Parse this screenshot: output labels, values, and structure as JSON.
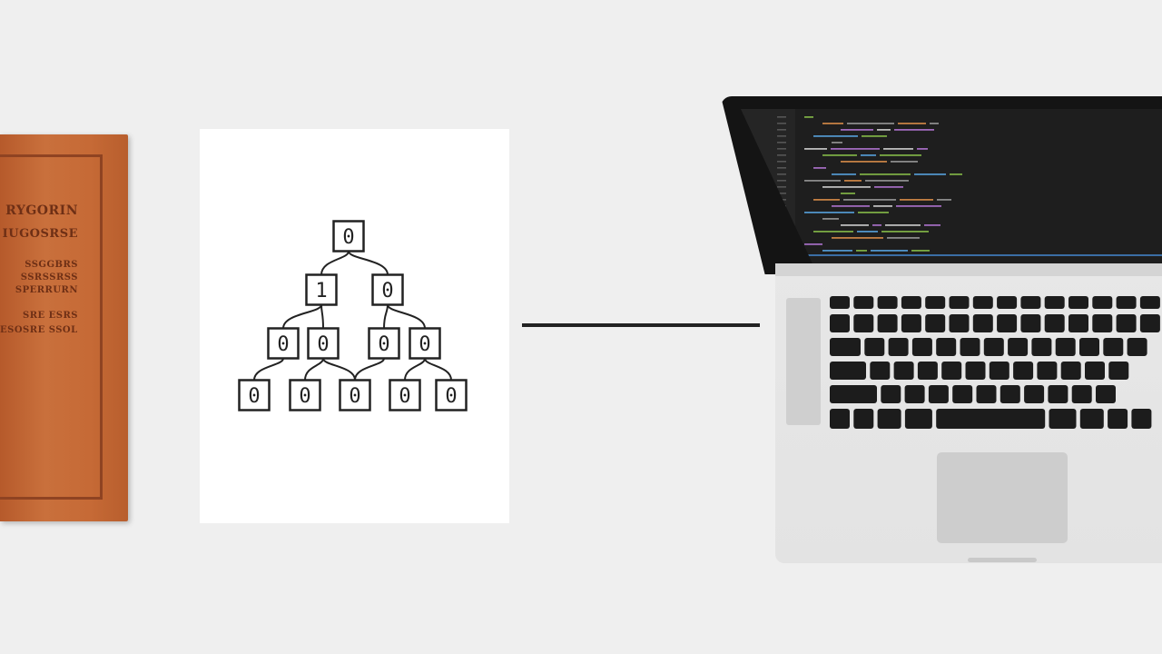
{
  "book": {
    "cover_lines": [
      "RYGORIN",
      "IUGOSRSE",
      "SSGGBRS",
      "SSRSSRSS",
      "SPERRURN",
      "SRE ESRS",
      "ESOSRE SSOLSS"
    ]
  },
  "tree": {
    "levels": [
      [
        "0"
      ],
      [
        "1",
        "0"
      ],
      [
        "0",
        "0",
        "0",
        "0"
      ],
      [
        "0",
        "0",
        "0",
        "0",
        "0"
      ]
    ]
  },
  "colors": {
    "background": "#efefef",
    "book": "#c66a36",
    "book_border": "#8f4322",
    "paper": "#ffffff",
    "connector": "#222222",
    "laptop_lid": "#141414",
    "laptop_body": "#e5e5e5",
    "keys": "#1c1c1c",
    "code_green": "#8bc34a",
    "code_orange": "#e0904a",
    "code_purple": "#b678d8",
    "code_blue": "#5aa8e6"
  }
}
